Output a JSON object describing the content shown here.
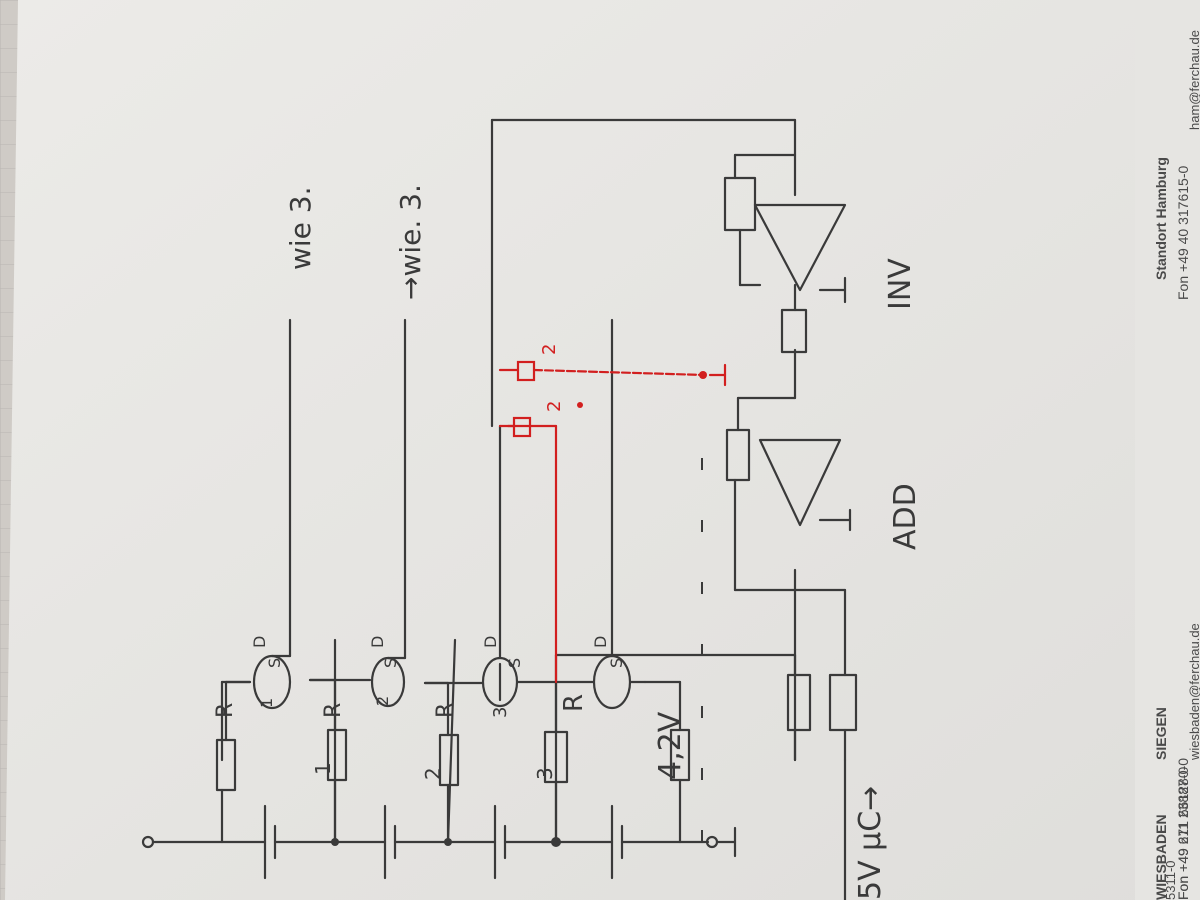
{
  "letterhead": {
    "hamburg_title": "Standort Hamburg",
    "hamburg_phone": "Fon +49 40 317615-0",
    "hamburg_email": "ham@ferchau.de",
    "wiesbaden_title": "WIESBADEN",
    "wiesbaden_phone": "Fon +49 611 23887-0",
    "wiesbaden_email": "wiesbaden@ferchau.de",
    "siegen_title": "SIEGEN",
    "siegen_phone": "Fon +49 271 661280-0",
    "left_fragment": "5311-0"
  },
  "labels": {
    "r": "R",
    "pin_d": "D",
    "pin_s": "S",
    "t1_num": "1",
    "t2_num": "2",
    "t3_num": "3",
    "cell1": "1",
    "cell2": "2",
    "cell3": "3"
  },
  "notes": {
    "wie3": "wie 3.",
    "wie3_arrow": "→wie. 3.",
    "voltage": "4,2V",
    "input": "5V μC→",
    "add": "ADD",
    "inv": "INV",
    "red_a": "2",
    "red_b": "2"
  }
}
